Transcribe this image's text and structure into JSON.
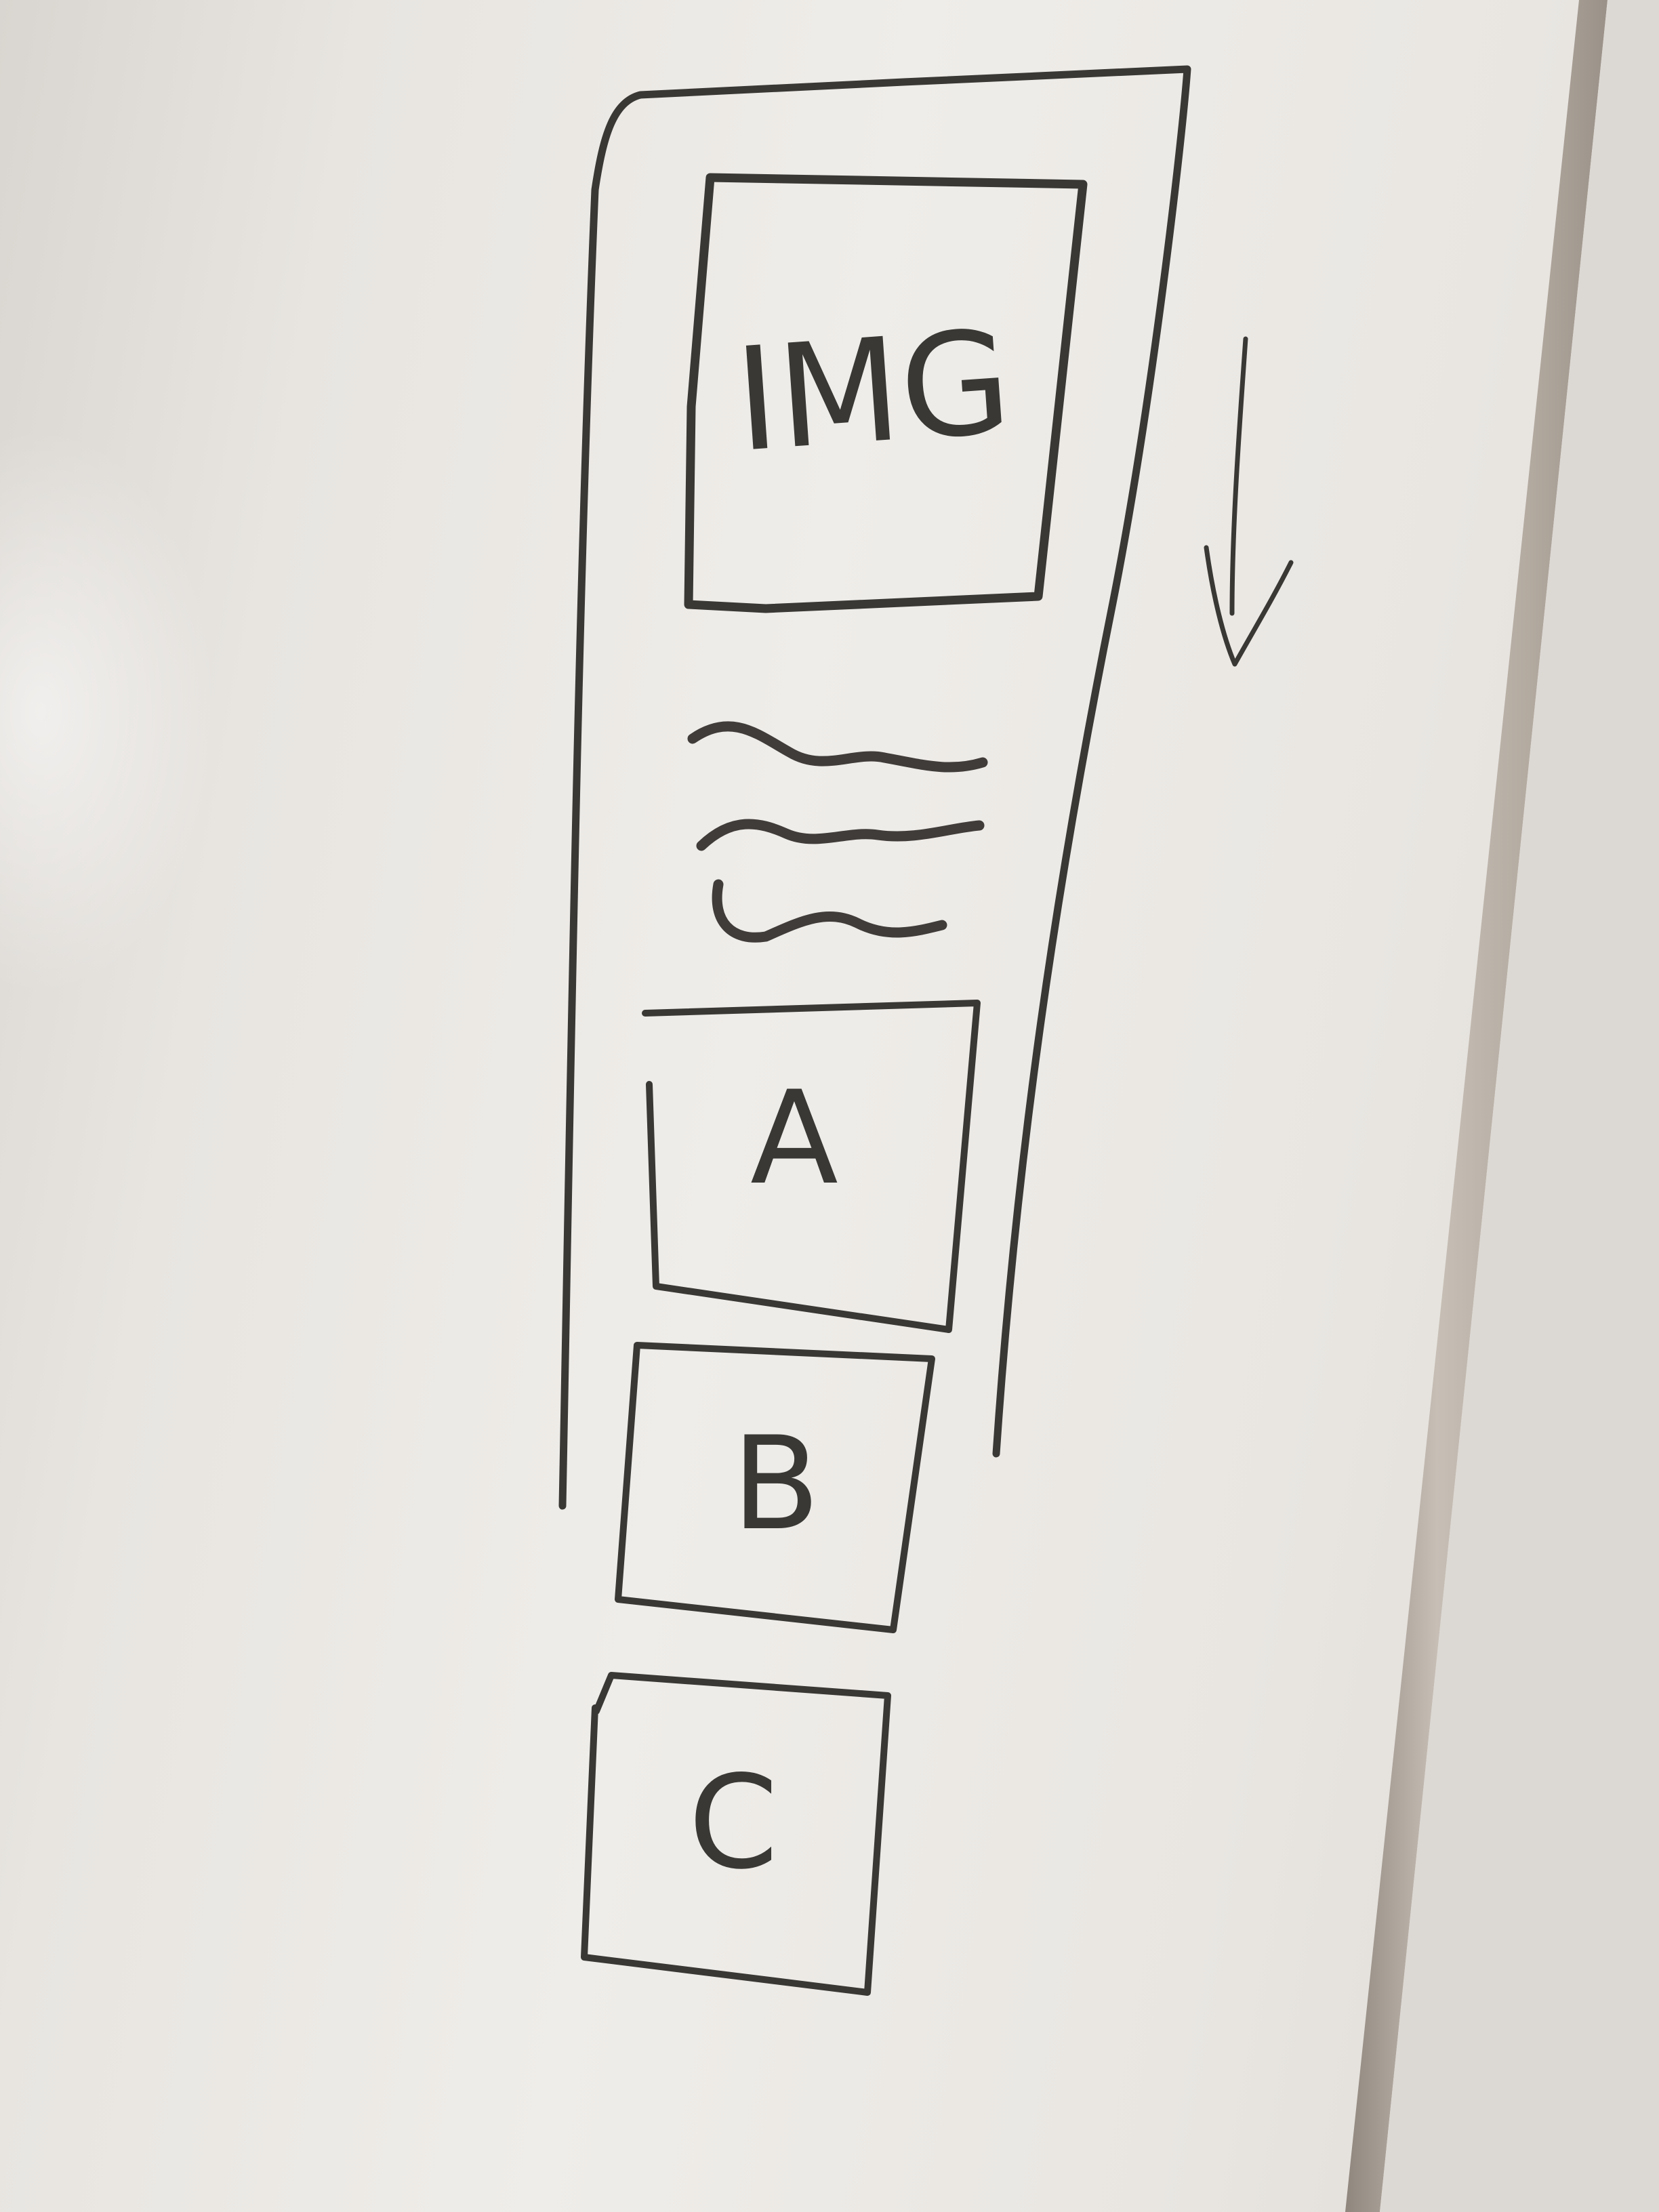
{
  "sketch": {
    "image_label": "IMG",
    "items": [
      {
        "label": "A"
      },
      {
        "label": "B"
      },
      {
        "label": "C"
      }
    ]
  },
  "colors": {
    "marker": "#3a3835",
    "board": "#ebe8e4",
    "frame_edge": "#a89f95"
  },
  "icons": {
    "scroll_direction": "arrow-down-icon",
    "text_placeholder": "wavy-lines-icon"
  }
}
